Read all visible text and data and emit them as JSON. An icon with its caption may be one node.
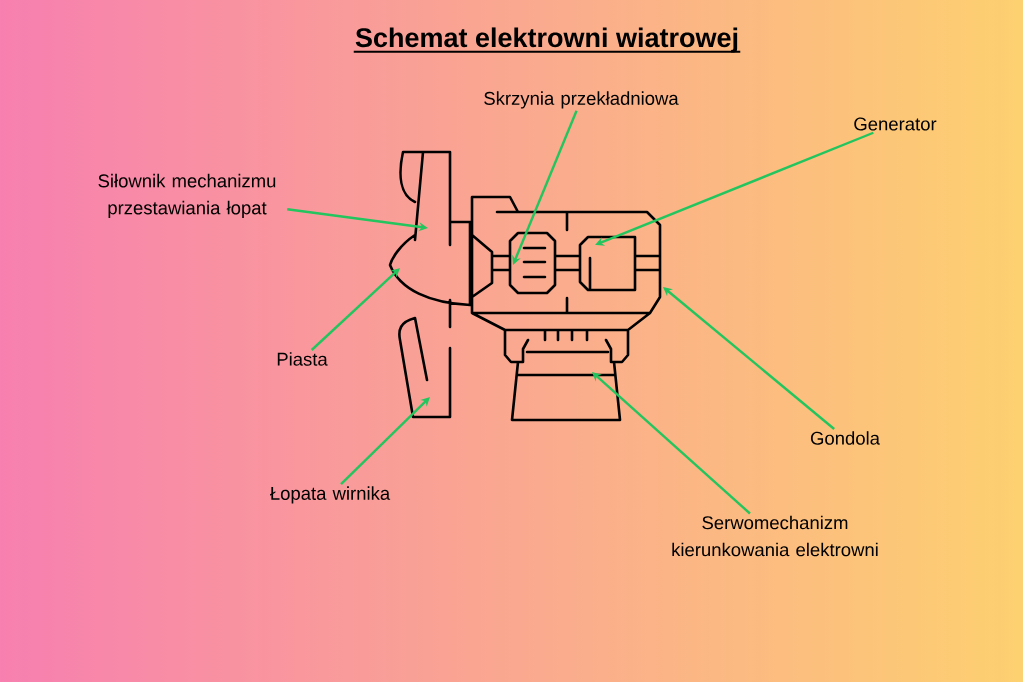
{
  "diagram": {
    "title": "Schemat elektrowni wiatrowej",
    "nodes": [
      {
        "text": [
          "Skrzynia przekładniowa"
        ]
      },
      {
        "text": [
          "Generator"
        ]
      },
      {
        "text": [
          "Siłownik mechanizmu przestawiania łopat"
        ]
      },
      {
        "text": [
          "Piasta"
        ]
      },
      {
        "text": [
          "Gondola"
        ]
      },
      {
        "text": [
          "Łopata wirnika"
        ]
      },
      {
        "text": [
          "Serwomechanizm kierunkowania elektrowni"
        ]
      },
      {
        "text": [],
        "shape": "picture"
      }
    ],
    "edges": [
      {
        "from": 0,
        "to": 7,
        "arrow": "to"
      },
      {
        "from": 1,
        "to": 7,
        "arrow": "to"
      },
      {
        "from": 2,
        "to": 7,
        "arrow": "to"
      },
      {
        "from": 3,
        "to": 7,
        "arrow": "to"
      },
      {
        "from": 4,
        "to": 7,
        "arrow": "to"
      },
      {
        "from": 5,
        "to": 7,
        "arrow": "to"
      },
      {
        "from": 6,
        "to": 7,
        "arrow": "to"
      }
    ]
  }
}
